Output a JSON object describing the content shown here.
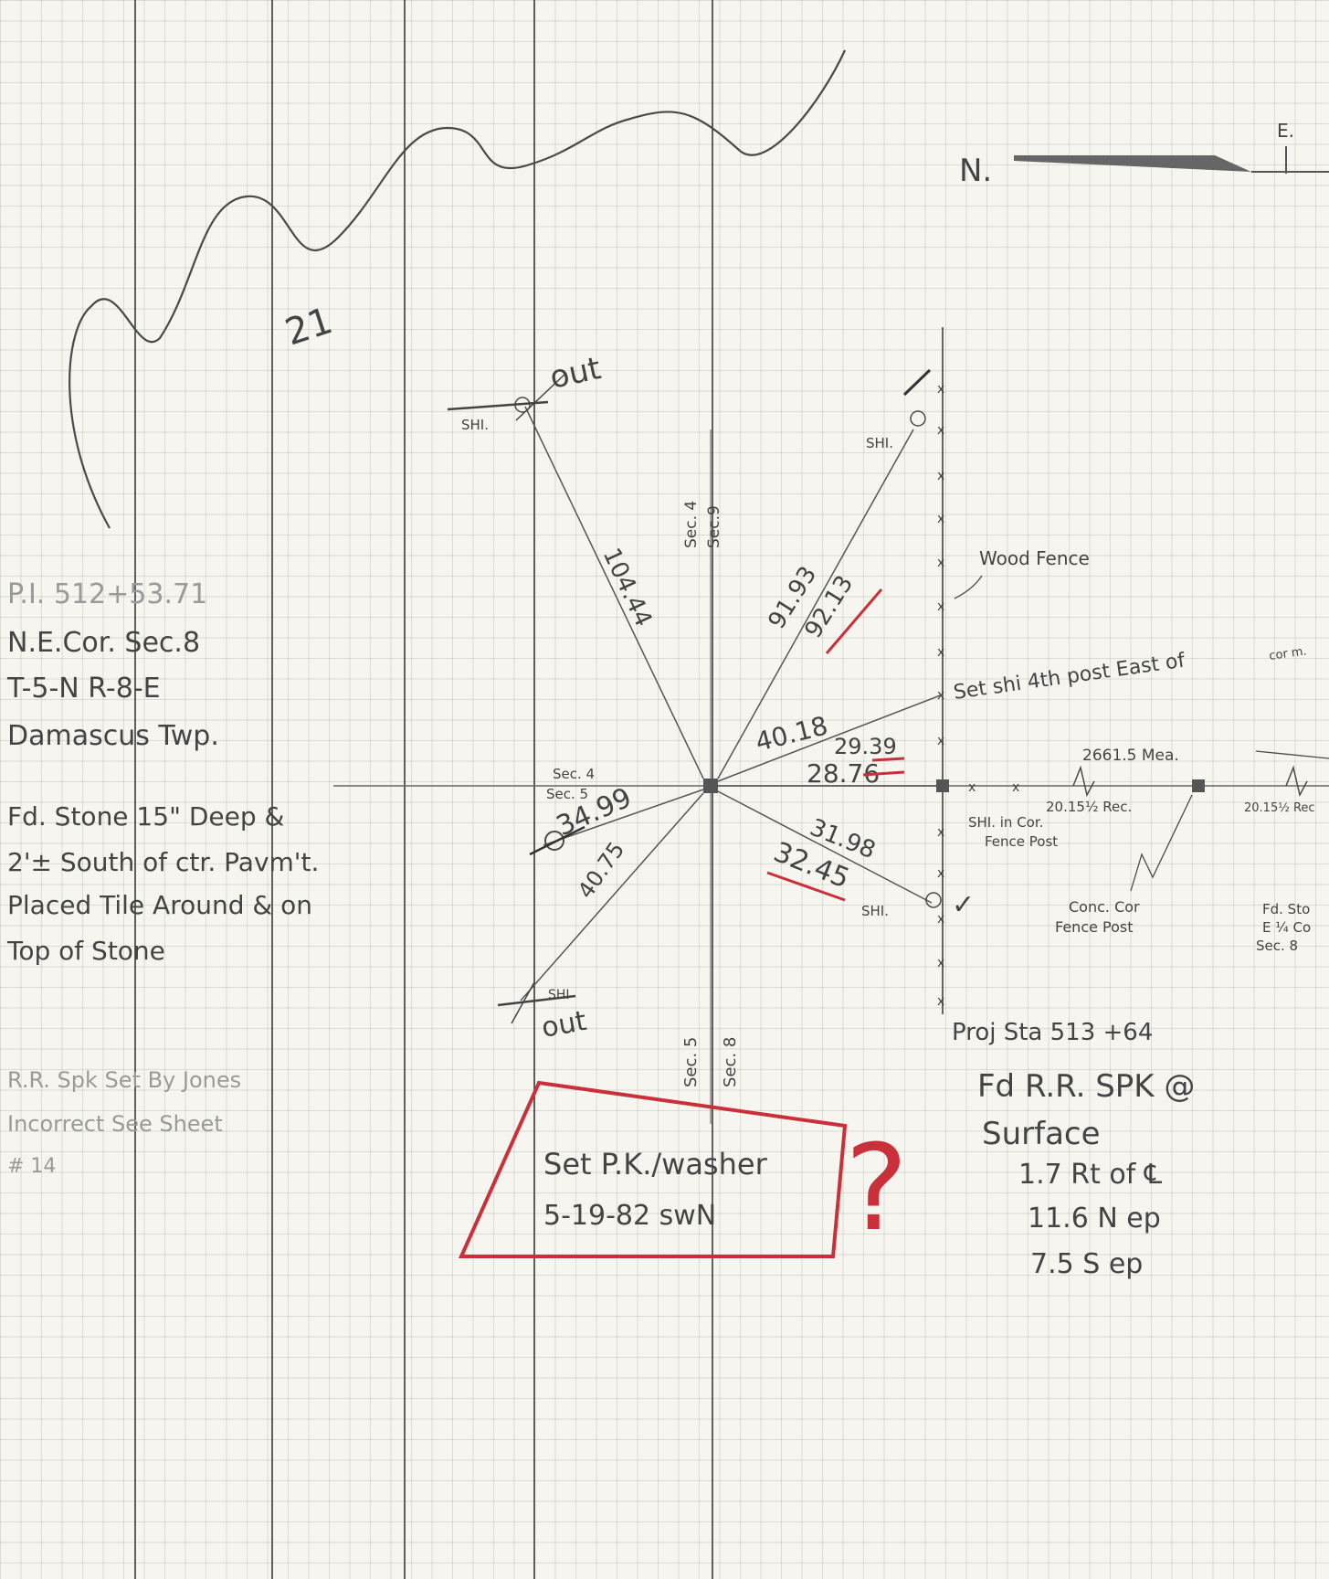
{
  "colors": {
    "pencil": "#4a4a4a",
    "faint": "#9a9a9a",
    "red": "#c9303a"
  },
  "north_arrow": {
    "n_label": "N.",
    "e_label": "E."
  },
  "section_number": "21",
  "notes_left": {
    "line1": "P.I. 512+53.71",
    "line2": "N.E.Cor. Sec.8",
    "line3": "T-5-N   R-8-E",
    "line4": "Damascus Twp.",
    "stone1": "Fd. Stone 15\" Deep &",
    "stone2": "2'± South of ctr. Pavm't.",
    "stone3": "Placed Tile Around & on",
    "stone4": "Top of Stone",
    "rr1": "R.R. Spk Set By Jones",
    "rr2": "Incorrect  See Sheet",
    "rr3": "# 14"
  },
  "sections": {
    "ne_top": "Sec. 4",
    "ne_bot": "Sec.9",
    "w_top": "Sec. 4",
    "w_bot": "Sec. 5",
    "s_left": "Sec. 5",
    "s_right": "Sec. 8"
  },
  "ties": {
    "out_top": "out",
    "shi_nw": "SHI.",
    "nw_dist": "104.44",
    "shi_ne": "SHI.",
    "ne_dist_old": "91.93",
    "ne_dist_new": "92.13",
    "fence_dist": "40.18",
    "e_dist_1": "29.39",
    "e_dist_2": "28.76",
    "se_dist_old": "31.98",
    "se_dist_new": "32.45",
    "shi_se": "SHI.",
    "w_dist": "34.99",
    "sw_dist": "40.75",
    "shi_sw": "SHI",
    "out_bottom": "out"
  },
  "fence": {
    "wood_fence": "Wood Fence",
    "set_shi": "Set shi  4th post East of",
    "set_shi_cont": "cor m.",
    "meas": "2661.5  Mea.",
    "rec1": "20.15½ Rec.",
    "rec2": "20.15½ Rec",
    "shi_cor1": "SHI. in Cor.",
    "shi_cor2": "Fence Post",
    "conc1": "Conc. Cor",
    "conc2": "Fence Post",
    "fd1": "Fd. Sto",
    "fd2": "E ¼ Co",
    "fd3": "Sec. 8",
    "proj": "Proj  Sta 513 +64"
  },
  "rr_note": {
    "l1": "Fd   R.R.  SPK @",
    "l2": "Surface",
    "l3": "1.7  Rt of ℄",
    "l4": "11.6  N ep",
    "l5": "7.5  S ep"
  },
  "red_box": {
    "l1": "Set  P.K./washer",
    "l2": "5-19-82  swN",
    "mark": "?"
  }
}
